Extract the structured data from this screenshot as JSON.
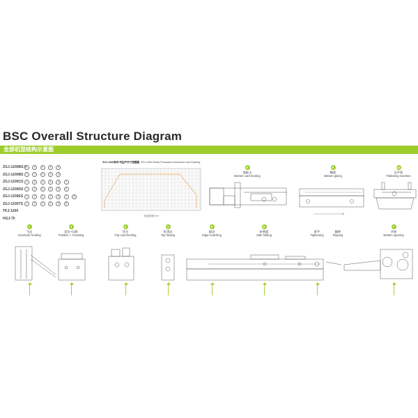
{
  "title": "BSC Overall Structure Diagram",
  "subtitle_cn": "全部机型结构示意图",
  "accent_color": "#9ccd2b",
  "models": [
    {
      "name": "ZGJ-1200BS-F",
      "steps": [
        "1",
        "2",
        "3",
        "4",
        "5"
      ]
    },
    {
      "name": "ZGJ-1200BS",
      "steps": [
        "1",
        "2",
        "3",
        "4",
        "5"
      ]
    },
    {
      "name": "ZGJ-1200CS",
      "steps": [
        "1",
        "2",
        "3",
        "4",
        "6",
        "7"
      ]
    },
    {
      "name": "ZGJ-1200DS",
      "steps": [
        "1",
        "2",
        "3",
        "4",
        "5",
        "6"
      ]
    },
    {
      "name": "ZGJ-1200ES",
      "steps": [
        "1",
        "2",
        "3",
        "4",
        "5",
        "7",
        "8"
      ]
    },
    {
      "name": "ZGJ-1200TS",
      "steps": [
        "1",
        "2",
        "3",
        "4",
        "5",
        "6"
      ]
    },
    {
      "name": "TKJ-1200",
      "steps": []
    },
    {
      "name": "HGJ-70",
      "steps": []
    }
  ],
  "chart": {
    "title_cn": "ZGJ-1200系列 可生产尺寸范围图",
    "title_en": "ZGJ-1200 Series Production Dimension Line Drawing",
    "axis_label": "纸盒宽度/mm"
  },
  "top_stations": [
    {
      "num": "8",
      "cn": "底板卡",
      "en": "Bottom card feeding"
    },
    {
      "num": "9",
      "cn": "糊底",
      "en": "Bottom gluing"
    },
    {
      "num": "10",
      "cn": "压平机",
      "en": "Flattening machine"
    }
  ],
  "stations": [
    {
      "num": "1",
      "cn": "飞达",
      "en": "Automatic feeding"
    },
    {
      "num": "2",
      "cn": "定位+压痕",
      "en": "Position + Creasing"
    },
    {
      "num": "3",
      "cn": "顶卡",
      "en": "Top card feeding"
    },
    {
      "num": "4",
      "cn": "折顶口",
      "en": "Top folding"
    },
    {
      "num": "5",
      "cn": "配边",
      "en": "Edge matching"
    },
    {
      "num": "6",
      "cn": "折侧面",
      "en": "Side folding"
    },
    {
      "num": "",
      "cn": "紧平",
      "en": "Tightening"
    },
    {
      "num": "",
      "cn": "翻转",
      "en": "Flipping"
    },
    {
      "num": "7",
      "cn": "开底",
      "en": "Bottom opening"
    }
  ]
}
